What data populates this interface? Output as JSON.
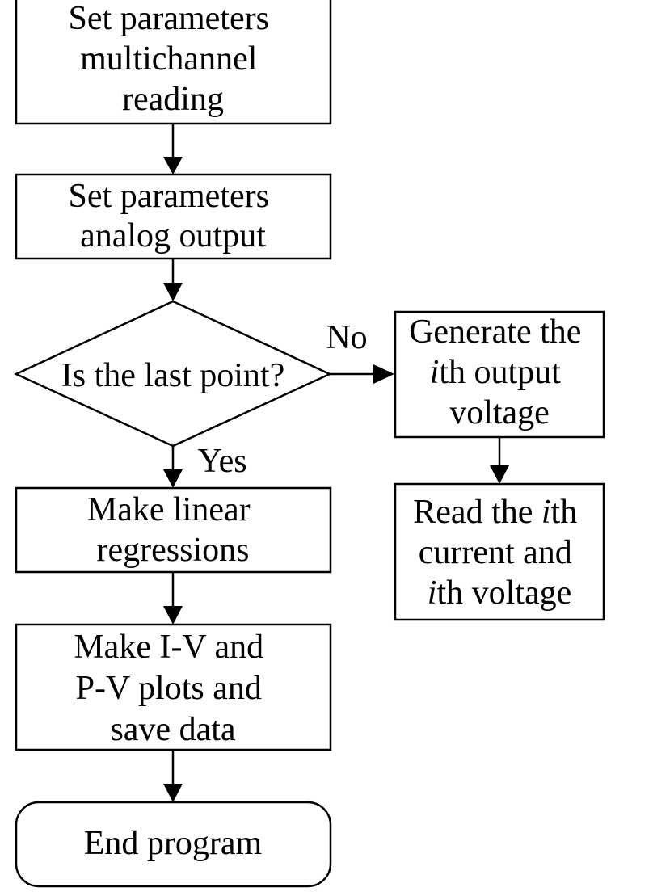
{
  "nodes": {
    "set_multichannel": {
      "lines": [
        "Set parameters",
        "multichannel",
        "reading"
      ]
    },
    "set_analog": {
      "lines": [
        "Set parameters",
        "analog output"
      ]
    },
    "decision_last_point": {
      "lines": [
        "Is the last point?"
      ]
    },
    "generate_voltage": {
      "lines": [
        "Generate the",
        "ith output",
        "voltage"
      ]
    },
    "read_current_voltage": {
      "lines": [
        "Read the ith",
        "current and",
        "ith voltage"
      ]
    },
    "make_regressions": {
      "lines": [
        "Make linear",
        "regressions"
      ]
    },
    "make_plots": {
      "lines": [
        "Make I-V and",
        "P-V plots and",
        "save data"
      ]
    },
    "end_program": {
      "lines": [
        "End program"
      ]
    }
  },
  "edge_labels": {
    "no": "No",
    "yes": "Yes"
  },
  "colors": {
    "stroke": "#000000",
    "fill": "#ffffff",
    "text": "#000000"
  }
}
